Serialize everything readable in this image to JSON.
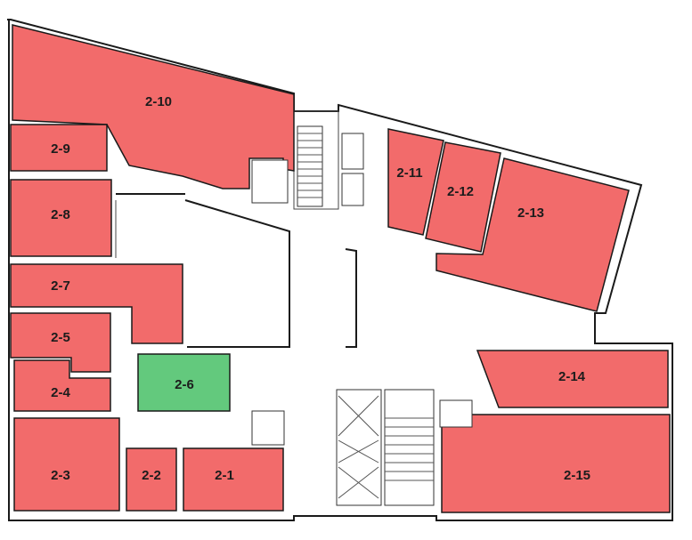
{
  "colors": {
    "occupied": "#f26b6b",
    "available": "#63c97d",
    "wall": "#1a1a1a"
  },
  "units": [
    {
      "id": "2-10",
      "label": "2-10",
      "status": "occupied"
    },
    {
      "id": "2-9",
      "label": "2-9",
      "status": "occupied"
    },
    {
      "id": "2-8",
      "label": "2-8",
      "status": "occupied"
    },
    {
      "id": "2-7",
      "label": "2-7",
      "status": "occupied"
    },
    {
      "id": "2-5",
      "label": "2-5",
      "status": "occupied"
    },
    {
      "id": "2-4",
      "label": "2-4",
      "status": "occupied"
    },
    {
      "id": "2-3",
      "label": "2-3",
      "status": "occupied"
    },
    {
      "id": "2-2",
      "label": "2-2",
      "status": "occupied"
    },
    {
      "id": "2-1",
      "label": "2-1",
      "status": "occupied"
    },
    {
      "id": "2-6",
      "label": "2-6",
      "status": "available"
    },
    {
      "id": "2-11",
      "label": "2-11",
      "status": "occupied"
    },
    {
      "id": "2-12",
      "label": "2-12",
      "status": "occupied"
    },
    {
      "id": "2-13",
      "label": "2-13",
      "status": "occupied"
    },
    {
      "id": "2-14",
      "label": "2-14",
      "status": "occupied"
    },
    {
      "id": "2-15",
      "label": "2-15",
      "status": "occupied"
    }
  ]
}
